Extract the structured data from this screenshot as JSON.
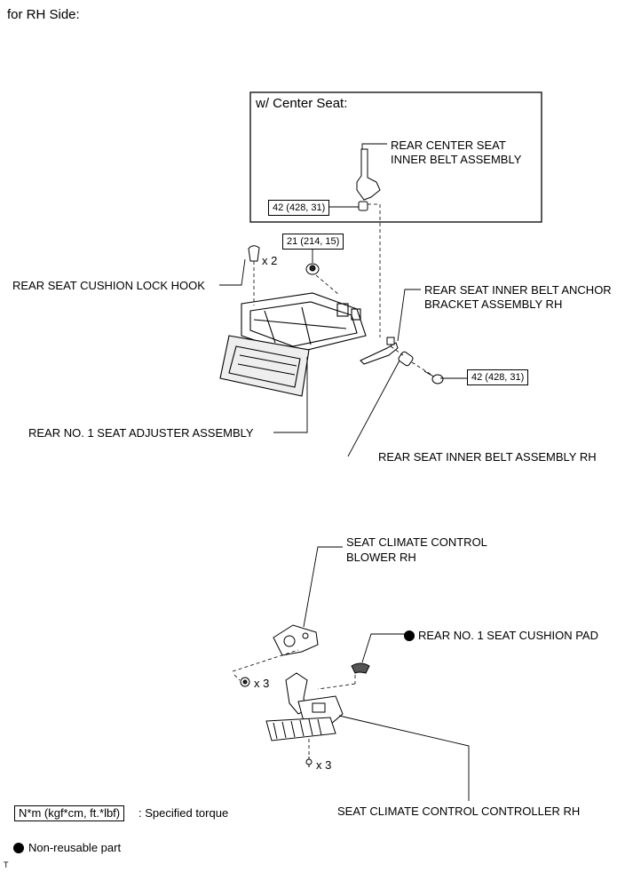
{
  "heading": "for RH Side:",
  "inset": {
    "title": "w/ Center Seat:"
  },
  "labels": {
    "center_belt_line1": "REAR CENTER SEAT",
    "center_belt_line2": "INNER BELT ASSEMBLY",
    "lock_hook": "REAR SEAT CUSHION LOCK HOOK",
    "anchor_line1": "REAR SEAT INNER BELT ANCHOR",
    "anchor_line2": "BRACKET ASSEMBLY RH",
    "adjuster": "REAR NO. 1 SEAT ADJUSTER ASSEMBLY",
    "inner_belt": "REAR SEAT INNER BELT ASSEMBLY RH",
    "blower_line1": "SEAT CLIMATE CONTROL",
    "blower_line2": "BLOWER RH",
    "cushion_pad": "REAR NO. 1 SEAT CUSHION PAD",
    "controller": "SEAT CLIMATE CONTROL CONTROLLER RH"
  },
  "torques": {
    "center_belt": "42 (428, 31)",
    "adjuster_nut": "21 (214, 15)",
    "inner_belt": "42 (428, 31)"
  },
  "quantities": {
    "lock_hook": "x 2",
    "blower_nut": "x 3",
    "controller_clip": "x 3"
  },
  "legend": {
    "torque_box": "N*m (kgf*cm, ft.*lbf)",
    "torque_text": ": Specified torque",
    "nonreusable_text": "Non-reusable part"
  },
  "footer_mark": "T"
}
